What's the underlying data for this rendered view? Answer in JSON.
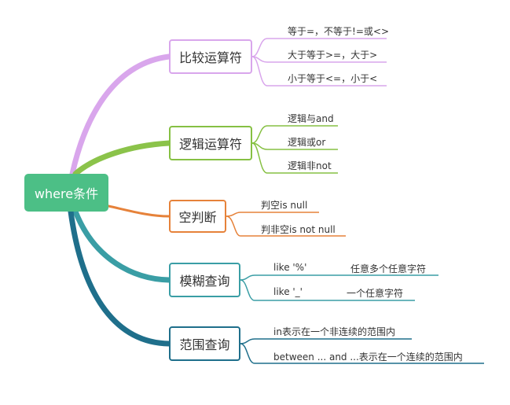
{
  "root": {
    "label": "where条件"
  },
  "branches": [
    {
      "label": "比较运算符",
      "color": "#d39ee8",
      "leaves": [
        {
          "text": "等于=，不等于!=或<>"
        },
        {
          "text": "大于等于>=，大于>"
        },
        {
          "text": "小于等于<=，小于<"
        }
      ]
    },
    {
      "label": "逻辑运算符",
      "color": "#86c043",
      "leaves": [
        {
          "text": "逻辑与and"
        },
        {
          "text": "逻辑或or"
        },
        {
          "text": "逻辑非not"
        }
      ]
    },
    {
      "label": "空判断",
      "color": "#e6823a",
      "leaves": [
        {
          "text": "判空is  null"
        },
        {
          "text": "判非空is  not  null"
        }
      ]
    },
    {
      "label": "模糊查询",
      "color": "#3a9ea5",
      "leaves": [
        {
          "text": "like  '%'",
          "note": "任意多个任意字符"
        },
        {
          "text": "like  '_'",
          "note": "一个任意字符"
        }
      ]
    },
    {
      "label": "范围查询",
      "color": "#1f6f8b",
      "leaves": [
        {
          "text": "in表示在一个非连续的范围内"
        },
        {
          "text": "between  ...  and  ...表示在一个连续的范围内"
        }
      ]
    }
  ]
}
